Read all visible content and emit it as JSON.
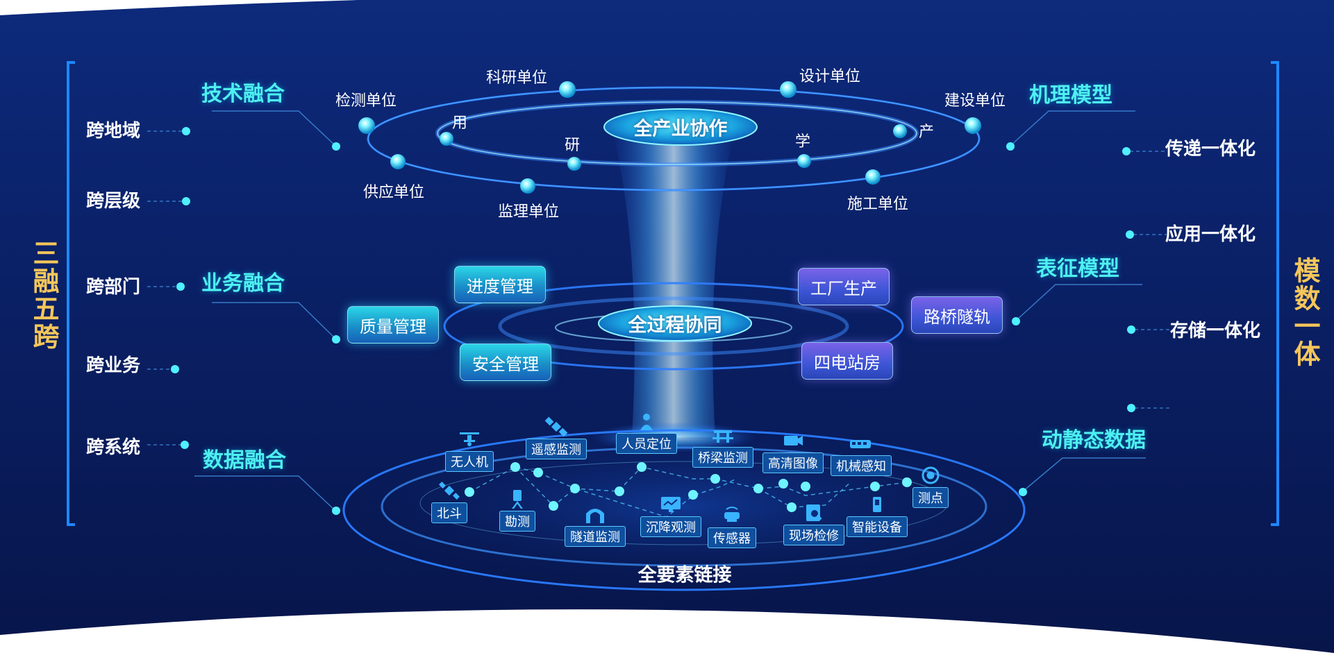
{
  "left_title": "三融五跨",
  "right_title": "模数一体",
  "left_items": [
    "跨地域",
    "跨层级",
    "跨部门",
    "跨业务",
    "跨系统"
  ],
  "right_items": [
    "传递一体化",
    "应用一体化",
    "存储一体化"
  ],
  "fusion_titles": {
    "tech": "技术融合",
    "business": "业务融合",
    "data": "数据融合"
  },
  "model_titles": {
    "mechanism": "机理模型",
    "representation": "表征模型",
    "dynamic_data": "动静态数据"
  },
  "top_ring": {
    "hub": "全产业协作",
    "outer_units": [
      "检测单位",
      "科研单位",
      "设计单位",
      "建设单位",
      "供应单位",
      "监理单位",
      "施工单位"
    ],
    "inner_nodes": [
      "用",
      "研",
      "学",
      "产"
    ]
  },
  "middle_ring": {
    "hub": "全过程协同",
    "left_cards": [
      "进度管理",
      "质量管理",
      "安全管理"
    ],
    "right_cards": [
      "工厂生产",
      "路桥隧轨",
      "四电站房"
    ]
  },
  "bottom_ring": {
    "label": "全要素链接",
    "devices": [
      {
        "label": "无人机",
        "icon": "drone-icon"
      },
      {
        "label": "遥感监测",
        "icon": "satellite-icon"
      },
      {
        "label": "人员定位",
        "icon": "person-location-icon"
      },
      {
        "label": "桥梁监测",
        "icon": "bridge-icon"
      },
      {
        "label": "高清图像",
        "icon": "camera-icon"
      },
      {
        "label": "机械感知",
        "icon": "train-icon"
      },
      {
        "label": "测点",
        "icon": "target-icon"
      },
      {
        "label": "北斗",
        "icon": "satellite-small-icon"
      },
      {
        "label": "勘测",
        "icon": "survey-instrument-icon"
      },
      {
        "label": "隧道监测",
        "icon": "tunnel-icon"
      },
      {
        "label": "沉降观测",
        "icon": "monitor-icon"
      },
      {
        "label": "传感器",
        "icon": "sensor-icon"
      },
      {
        "label": "现场检修",
        "icon": "inspection-icon"
      },
      {
        "label": "智能设备",
        "icon": "device-icon"
      }
    ]
  },
  "colors": {
    "background_dark": "#07164a",
    "background_light": "#0e2f86",
    "accent_cyan": "#4ff0f0",
    "accent_gold": "#f5c65a",
    "bracket_blue": "#1e88ff"
  }
}
